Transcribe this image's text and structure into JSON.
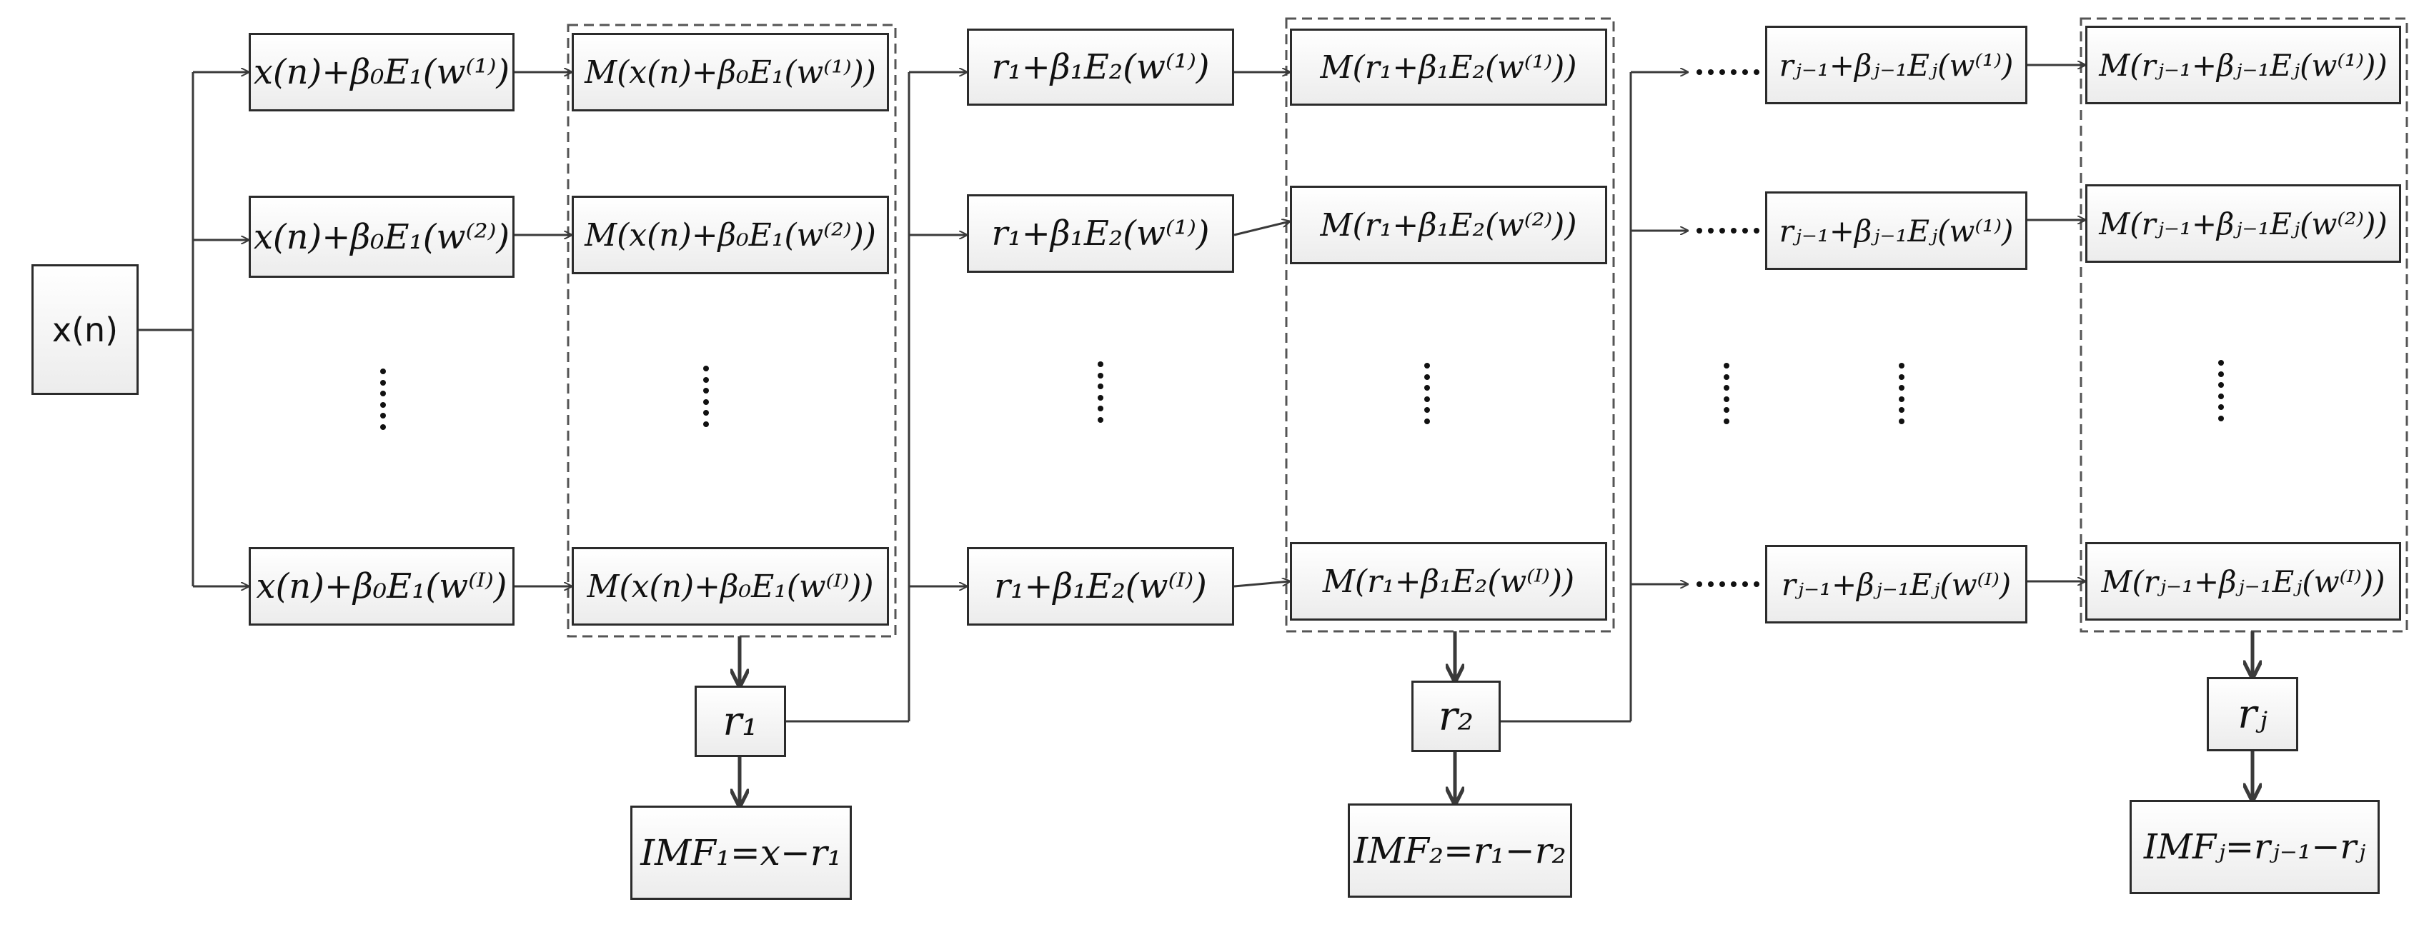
{
  "input": {
    "label": "x(n)"
  },
  "stage1": {
    "noisy": [
      "x(n)+β₀E₁(w⁽¹⁾)",
      "x(n)+β₀E₁(w⁽²⁾)",
      "x(n)+β₀E₁(w⁽ᴵ⁾)"
    ],
    "means": [
      "M(x(n)+β₀E₁(w⁽¹⁾))",
      "M(x(n)+β₀E₁(w⁽²⁾))",
      "M(x(n)+β₀E₁(w⁽ᴵ⁾))"
    ],
    "residue": "r₁",
    "imf": "IMF₁=x−r₁"
  },
  "stage2": {
    "noisy": [
      "r₁+β₁E₂(w⁽¹⁾)",
      "r₁+β₁E₂(w⁽¹⁾)",
      "r₁+β₁E₂(w⁽ᴵ⁾)"
    ],
    "means": [
      "M(r₁+β₁E₂(w⁽¹⁾))",
      "M(r₁+β₁E₂(w⁽²⁾))",
      "M(r₁+β₁E₂(w⁽ᴵ⁾))"
    ],
    "residue": "r₂",
    "imf": "IMF₂=r₁−r₂"
  },
  "stageJ": {
    "noisy": [
      "rⱼ₋₁+βⱼ₋₁Eⱼ(w⁽¹⁾)",
      "rⱼ₋₁+βⱼ₋₁Eⱼ(w⁽¹⁾)",
      "rⱼ₋₁+βⱼ₋₁Eⱼ(w⁽ᴵ⁾)"
    ],
    "means": [
      "M(rⱼ₋₁+βⱼ₋₁Eⱼ(w⁽¹⁾))",
      "M(rⱼ₋₁+βⱼ₋₁Eⱼ(w⁽²⁾))",
      "M(rⱼ₋₁+βⱼ₋₁Eⱼ(w⁽ᴵ⁾))"
    ],
    "residue": "rⱼ",
    "imf": "IMFⱼ=rⱼ₋₁−rⱼ"
  },
  "colors": {
    "line": "#3a3a3a",
    "box_border": "#2b2b2b",
    "box_top": "#ffffff",
    "box_bottom": "#ececec",
    "dash": "#555555"
  }
}
